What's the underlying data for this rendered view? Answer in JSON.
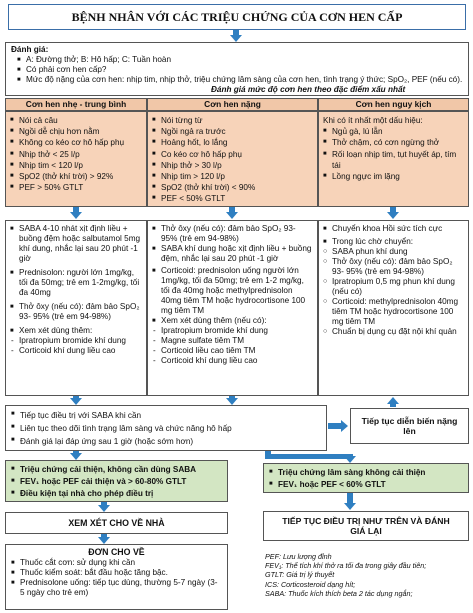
{
  "title": "BỆNH NHÂN VỚI CÁC TRIỆU CHỨNG CỦA CƠN HEN CẤP",
  "assessment": {
    "heading": "Đánh giá:",
    "items": [
      "A: Đường thở; B: Hô hấp; C: Tuần hoàn",
      "Có phải cơn hen cấp?",
      "Mức độ nặng của cơn hen: nhịp tim, nhịp thở, triệu chứng lâm sàng của cơn hen, tình trạng ý thức; SpO₂, PEF (nếu có).",
      "Đánh giá mức độ cơn hen theo đặc điểm xấu nhất"
    ]
  },
  "severity": [
    {
      "label": "Cơn hen nhẹ - trung bình",
      "items": [
        "Nói cả câu",
        "Ngồi dễ chịu hơn nằm",
        "Không co kéo cơ hô hấp phụ",
        "Nhịp thở < 25 l/p",
        "Nhịp tim < 120 l/p",
        "SpO2 (thở khí trời) > 92%",
        "PEF > 50% GTLT"
      ]
    },
    {
      "label": "Cơn hen nặng",
      "items": [
        "Nói từng từ",
        "Ngồi ngả ra trước",
        "Hoảng hốt, lo lắng",
        "Co kéo cơ hô hấp phụ",
        "Nhịp thở > 30 l/p",
        "Nhịp tim > 120 l/p",
        "SpO2 (thở khí trời) < 90%",
        "PEF < 50% GTLT"
      ]
    },
    {
      "label": "Cơn hen nguy kịch",
      "intro": "Khi có ít nhất một dấu hiệu:",
      "items": [
        "Ngủ gà, lú lẫn",
        "Thở chậm, có cơn ngừng thở",
        "Rối loạn nhịp tim, tụt huyết áp, tím tái",
        "Lồng ngực im lặng"
      ]
    }
  ],
  "treatment": {
    "mild": {
      "saba": "SABA 4-10 nhát xịt định liều + buồng đệm hoặc salbutamol 5mg khí dung, nhắc lại sau 20 phút -1 giờ",
      "pred": "Prednisolon: người lớn 1mg/kg, tối đa 50mg; trẻ em 1-2mg/kg, tối đa 40mg",
      "oxy": "Thở ôxy (nếu có): đảm bảo SpO₂ 93- 95% (trẻ em 94-98%)",
      "consider": "Xem xét dùng thêm:",
      "sub": [
        "Ipratropium bromide khí dung",
        "Corticoid khí dung liều cao"
      ]
    },
    "severe": {
      "oxy": "Thở ôxy (nếu có): đảm bảo SpO₂ 93- 95% (trẻ em 94-98%)",
      "saba": "SABA khí dung hoặc xịt định liều + buồng đệm, nhắc lại sau 20 phút -1 giờ",
      "cort": "Corticoid: prednisolon uống người lớn 1mg/kg, tối đa 50mg; trẻ em 1-2 mg/kg, tối đa 40mg hoặc methylprednisolon 40mg tiêm TM hoặc hydrocortisone 100 mg tiêm TM",
      "consider": "Xem xét dùng thêm (nếu có):",
      "sub": [
        "Ipratropium bromide khí dung",
        "Magne sulfate tiêm TM",
        "Corticoid liều cao tiêm TM",
        "Corticoid khí dung liều cao"
      ]
    },
    "critical": {
      "icu": "Chuyển khoa Hồi sức tích cực",
      "transfer": "Trong lúc chờ chuyển:",
      "sub": [
        "SABA phun khí dung",
        "Thở ôxy (nếu có): đảm bảo SpO₂ 93- 95% (trẻ em 94-98%)",
        "Ipratropium 0,5 mg phun khí dung (nếu có)",
        "Corticoid: methylprednisolon 40mg tiêm TM hoặc hydrocortisone 100 mg tiêm TM",
        "Chuẩn bị dụng cụ đặt nội khí quản"
      ]
    }
  },
  "followup": [
    "Tiếp tục điều trị với SABA khi cần",
    "Liên tục theo dõi tình trạng lâm sàng và chức năng hô hấp",
    "Đánh giá lại đáp ứng sau 1 giờ (hoặc sớm hơn)"
  ],
  "progress_box": "Tiếp tục diễn biến nặng lên",
  "improved": [
    "Triệu chứng cải thiện, không cần dùng SABA",
    "FEV₁ hoặc PEF cải thiện và > 60-80% GTLT",
    "Điều kiện tại nhà cho phép điều trị"
  ],
  "not_improved": [
    "Triệu chứng lâm sàng không cải thiện",
    "FEV₁ hoặc PEF < 60% GTLT"
  ],
  "home": "XEM XÉT CHO VỀ NHÀ",
  "continue": "TIẾP TỤC ĐIỀU TRỊ NHƯ TRÊN VÀ ĐÁNH GIÁ LẠI",
  "discharge": {
    "title": "ĐƠN CHO VỀ",
    "items": [
      "Thuốc cắt cơn: sử dụng khi cần",
      "Thuốc kiểm soát: bắt đầu hoặc tăng bậc.",
      "Prednisolone uống: tiếp tục dùng, thường 5-7 ngày (3- 5 ngày cho trẻ em)"
    ]
  },
  "legend": [
    "PEF: Lưu lượng đỉnh",
    "FEV₁: Thể tích khí thở ra tối đa trong giây đầu tiên;",
    "GTLT: Giá trị lý thuyết",
    "ICS: Corticosteroid dạng hít;",
    "SABA: Thuốc kích thích beta 2 tác dụng ngắn;"
  ]
}
